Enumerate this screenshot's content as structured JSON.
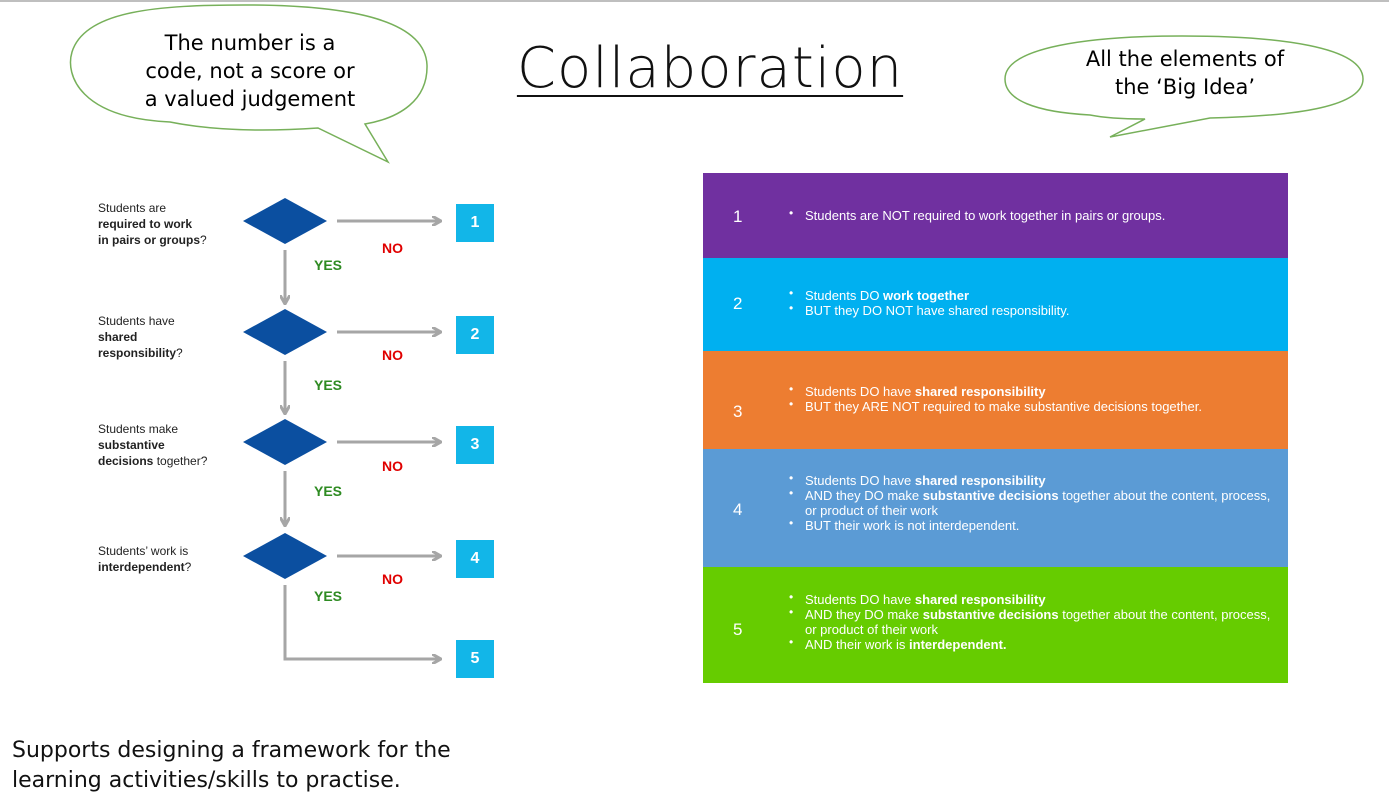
{
  "title": "Collaboration",
  "callouts": {
    "left": [
      "The number is a",
      "code, not a score or",
      "a valued judgement"
    ],
    "right": [
      "All the elements of",
      "the ‘Big Idea’"
    ]
  },
  "flowchart": {
    "questions": [
      {
        "lines": [
          {
            "text": "Students are",
            "bold": false
          },
          {
            "text": "required to work",
            "bold": true
          },
          {
            "text": "in pairs or groups",
            "bold": true,
            "suffix": "?"
          }
        ]
      },
      {
        "lines": [
          {
            "text": "Students have",
            "bold": false
          },
          {
            "text": "shared",
            "bold": true
          },
          {
            "text": "responsibility",
            "bold": true,
            "suffix": "?"
          }
        ]
      },
      {
        "lines": [
          {
            "text": "Students make",
            "bold": false
          },
          {
            "text": "substantive",
            "bold": true
          },
          {
            "text": "decisions",
            "bold": true,
            "suffix": " together?"
          }
        ]
      },
      {
        "lines": [
          {
            "text": "Students’ work is",
            "bold": false
          },
          {
            "text": "interdependent",
            "bold": true,
            "suffix": "?"
          }
        ]
      }
    ],
    "yes_label": "YES",
    "no_label": "NO",
    "outcomes": [
      "1",
      "2",
      "3",
      "4",
      "5"
    ],
    "colors": {
      "diamond": "#0b4fa0",
      "arrow": "#a6a6a6",
      "box": "#12b6e8"
    }
  },
  "levels": [
    {
      "number": "1",
      "color": "#7030a0",
      "bullets": [
        [
          {
            "t": "Students are NOT required to work together in pairs or groups.",
            "b": false
          }
        ]
      ]
    },
    {
      "number": "2",
      "color": "#00b0f0",
      "bullets": [
        [
          {
            "t": "Students DO ",
            "b": false
          },
          {
            "t": "work together",
            "b": true
          }
        ],
        [
          {
            "t": "BUT they DO NOT have shared responsibility.",
            "b": false
          }
        ]
      ]
    },
    {
      "number": "3",
      "color": "#ed7d31",
      "bullets": [
        [
          {
            "t": "Students DO have ",
            "b": false
          },
          {
            "t": "shared responsibility",
            "b": true
          }
        ],
        [
          {
            "t": "BUT they ARE NOT required to make substantive decisions together.",
            "b": false
          }
        ]
      ]
    },
    {
      "number": "4",
      "color": "#5b9bd5",
      "bullets": [
        [
          {
            "t": "Students DO have ",
            "b": false
          },
          {
            "t": "shared responsibility",
            "b": true
          }
        ],
        [
          {
            "t": "AND they DO make ",
            "b": false
          },
          {
            "t": "substantive decisions",
            "b": true
          },
          {
            "t": " together about the content, process, or product of their work",
            "b": false
          }
        ],
        [
          {
            "t": "BUT their work is not interdependent.",
            "b": false
          }
        ]
      ]
    },
    {
      "number": "5",
      "color": "#66cc00",
      "bullets": [
        [
          {
            "t": "Students DO have ",
            "b": false
          },
          {
            "t": "shared responsibility",
            "b": true
          }
        ],
        [
          {
            "t": "AND they DO make ",
            "b": false
          },
          {
            "t": "substantive decisions",
            "b": true
          },
          {
            "t": " together about the content, process, or product of their work",
            "b": false
          }
        ],
        [
          {
            "t": "AND their work is ",
            "b": false
          },
          {
            "t": "interdependent.",
            "b": true
          }
        ]
      ]
    }
  ],
  "footer": [
    "Supports designing a framework for the",
    "learning activities/skills to practise."
  ],
  "bubble_colors": {
    "fill": "#ffffff",
    "stroke": "#77b05a"
  }
}
